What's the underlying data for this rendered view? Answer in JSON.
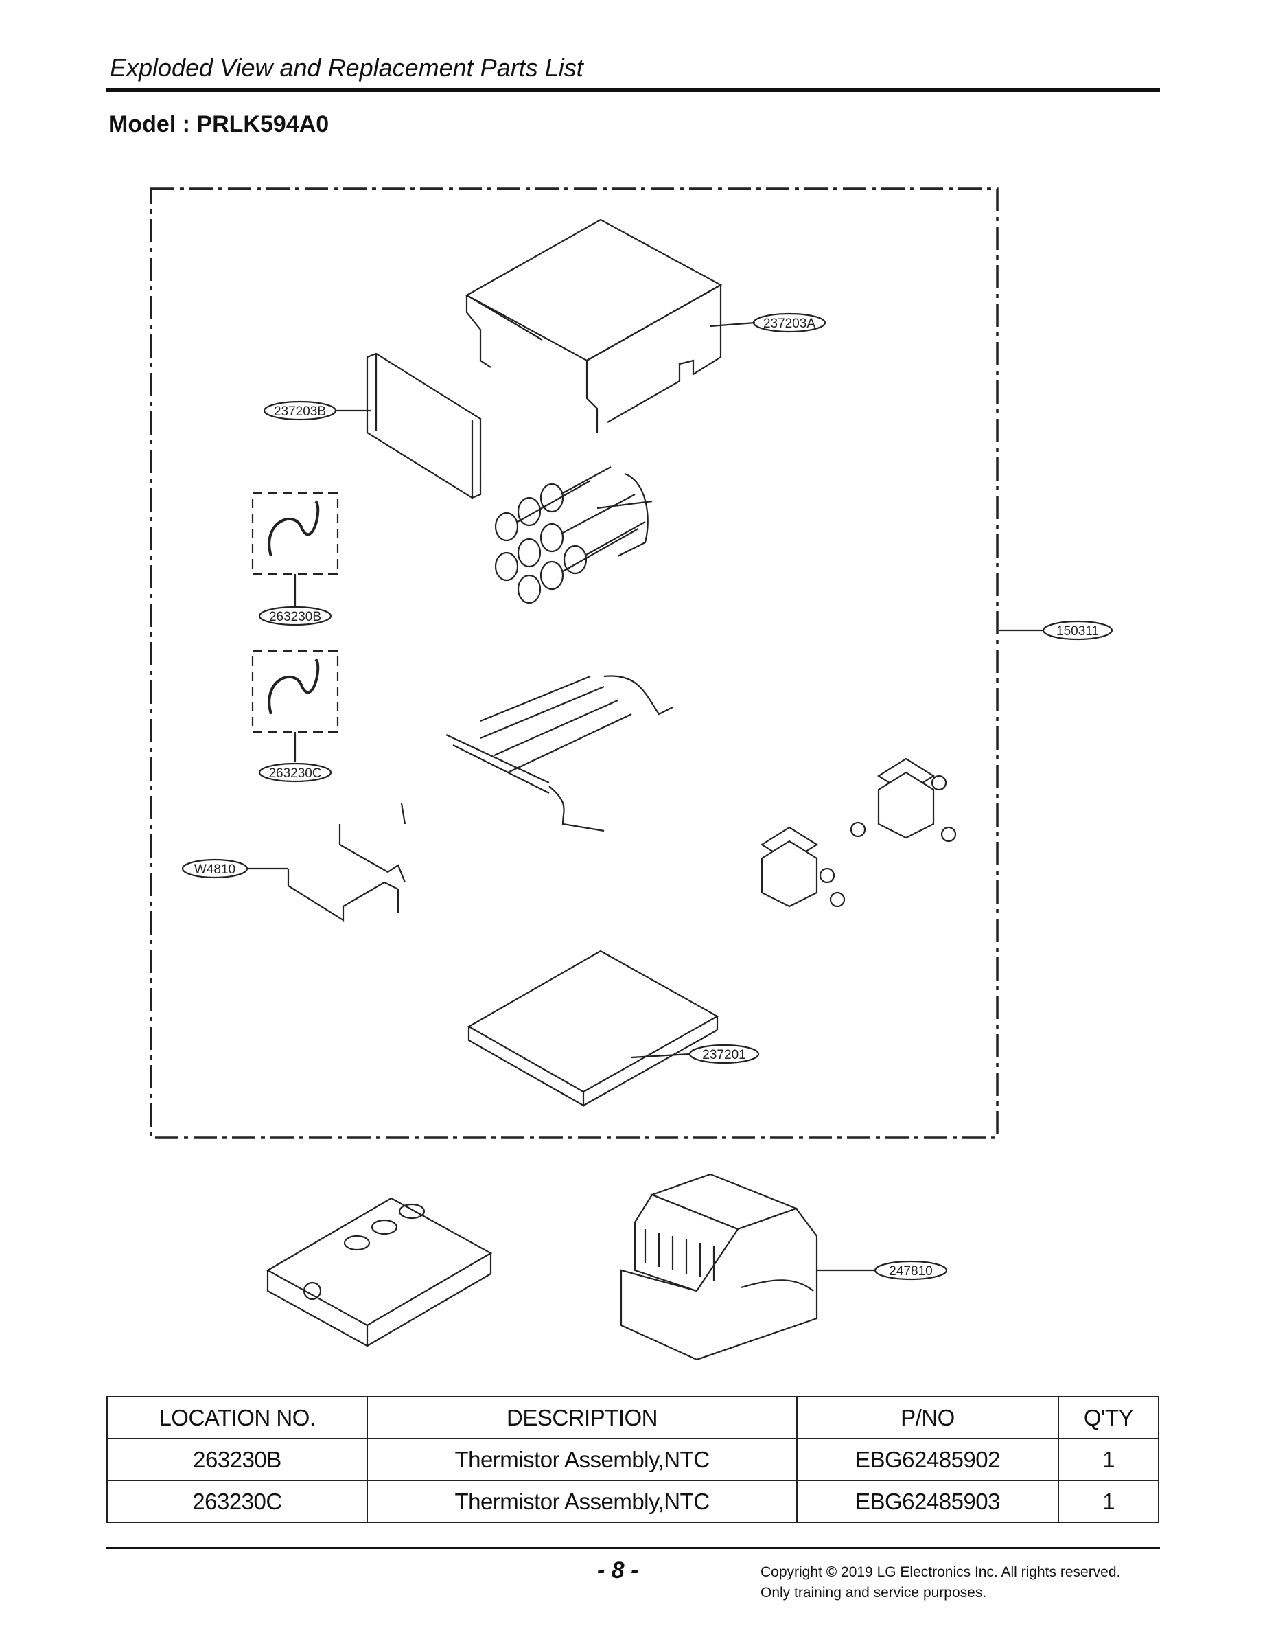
{
  "header": {
    "title": "Exploded View and Replacement Parts List",
    "model": "Model : PRLK594A0"
  },
  "callouts": {
    "c237203A": "237203A",
    "c237203B": "237203B",
    "c263230B": "263230B",
    "c150311": "150311",
    "c263230C": "263230C",
    "cW4810": "W4810",
    "c237201": "237201",
    "c247810": "247810"
  },
  "table": {
    "headers": [
      "LOCATION NO.",
      "DESCRIPTION",
      "P/NO",
      "Q'TY"
    ],
    "rows": [
      [
        "263230B",
        "Thermistor Assembly,NTC",
        "EBG62485902",
        "1"
      ],
      [
        "263230C",
        "Thermistor Assembly,NTC",
        "EBG62485903",
        "1"
      ]
    ]
  },
  "footer": {
    "page": "- 8 -",
    "copyright_line1": "Copyright © 2019 LG Electronics Inc. All rights reserved.",
    "copyright_line2": "Only training and service purposes."
  }
}
